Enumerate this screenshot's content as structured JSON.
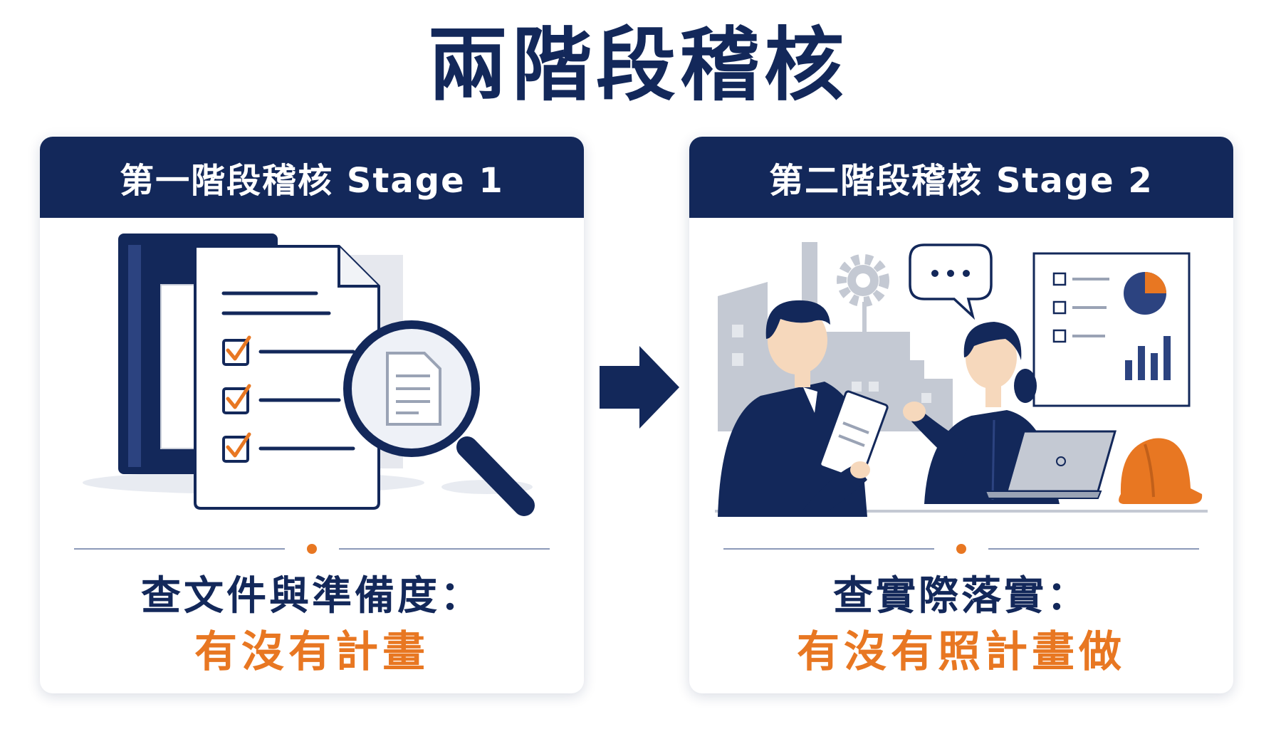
{
  "title": "兩階段稽核",
  "colors": {
    "navy": "#13285a",
    "orange": "#e87722",
    "gray": "#c4c9d3",
    "white": "#ffffff"
  },
  "stage1": {
    "header": "第一階段稽核 Stage 1",
    "line1": "查文件與準備度：",
    "line2": "有沒有計畫",
    "icons": [
      "binder-icon",
      "document-checklist-icon",
      "magnifying-glass-icon"
    ]
  },
  "stage2": {
    "header": "第二階段稽核 Stage 2",
    "line1": "查實際落實：",
    "line2": "有沒有照計畫做",
    "icons": [
      "factory-icon",
      "gear-icon",
      "speech-bubble-icon",
      "auditor-icon",
      "worker-icon",
      "dashboard-board-icon",
      "laptop-icon",
      "hard-hat-icon"
    ]
  },
  "connector_icon": "right-arrow-icon"
}
